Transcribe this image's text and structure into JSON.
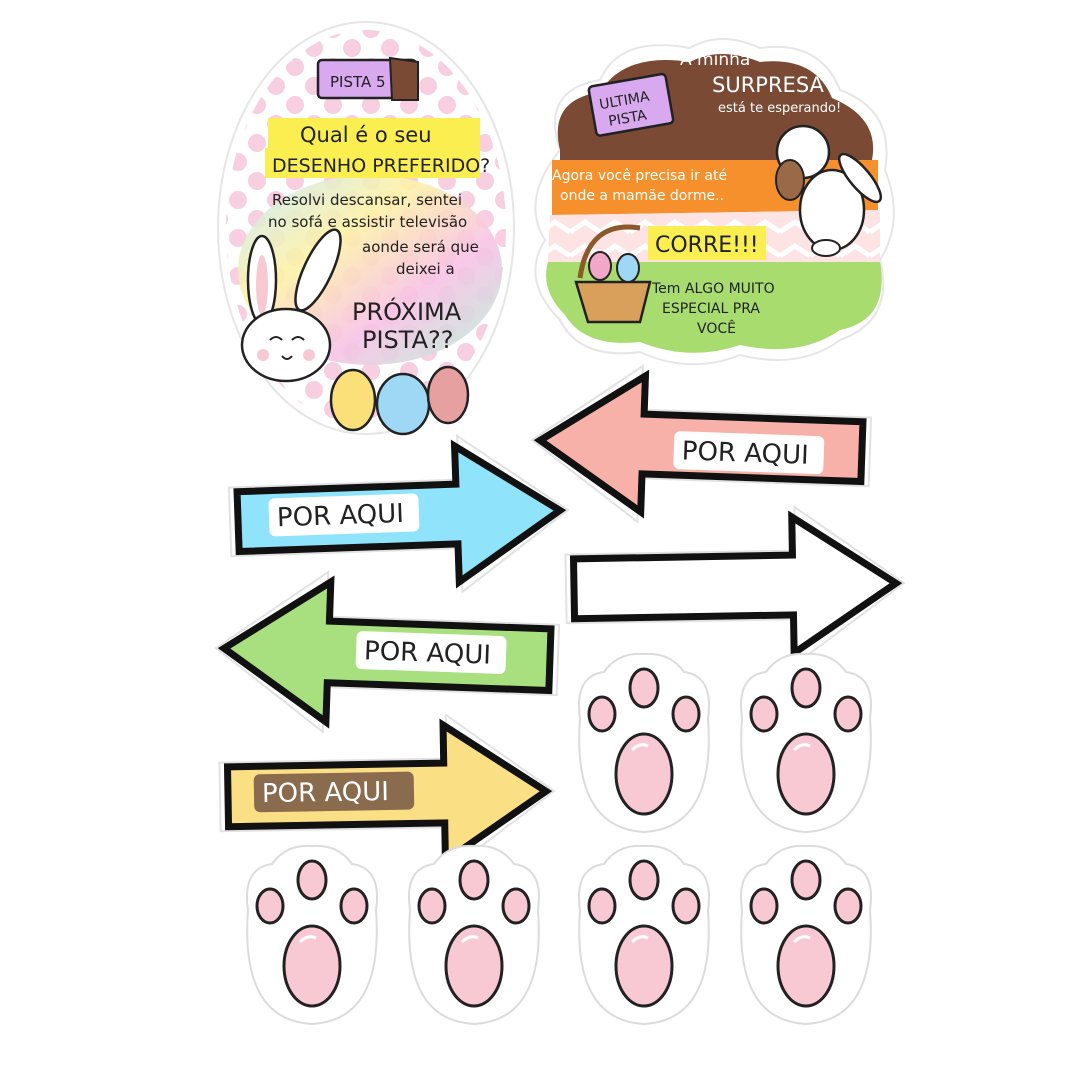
{
  "card_left": {
    "badge": "PISTA 5",
    "question_line1": "Qual é o seu",
    "question_line2": "DESENHO PREFERIDO?",
    "body_line1": "Resolvi descansar, sentei",
    "body_line2": "no sofá e assistir televisão",
    "body_line3": "aonde será que",
    "body_line4": "deixei a",
    "next_line1": "PRÓXIMA",
    "next_line2": "PISTA??"
  },
  "card_right": {
    "header_line1": "A minha",
    "header_line2": "SURPRESA",
    "header_line3": "está te esperando!",
    "badge_line1": "ULTIMA",
    "badge_line2": "PISTA",
    "body_line1": "Agora você precisa ir até",
    "body_line2": "onde a mamãe dorme..",
    "shout": "CORRE!!!",
    "footer_line1": "Tem ALGO MUITO",
    "footer_line2": "ESPECIAL PRA",
    "footer_line3": "VOCÊ"
  },
  "arrows": [
    {
      "label": "POR AQUI",
      "direction": "right",
      "color": "#8fe3fb"
    },
    {
      "label": "POR AQUI",
      "direction": "left",
      "color": "#f8b1a8"
    },
    {
      "label": "",
      "direction": "right",
      "color": "#ffffff"
    },
    {
      "label": "POR AQUI",
      "direction": "left",
      "color": "#a9e07f"
    },
    {
      "label": "POR AQUI",
      "direction": "right",
      "color": "#fbdf85"
    }
  ],
  "colors": {
    "paw_pad": "#f9c9d3",
    "chocolate": "#7a4a35",
    "orange": "#f6902c",
    "green": "#a8dc6f",
    "yellow_tag": "#fbee50",
    "label_brown": "#8a6b4d"
  },
  "paw_print_count": 6
}
